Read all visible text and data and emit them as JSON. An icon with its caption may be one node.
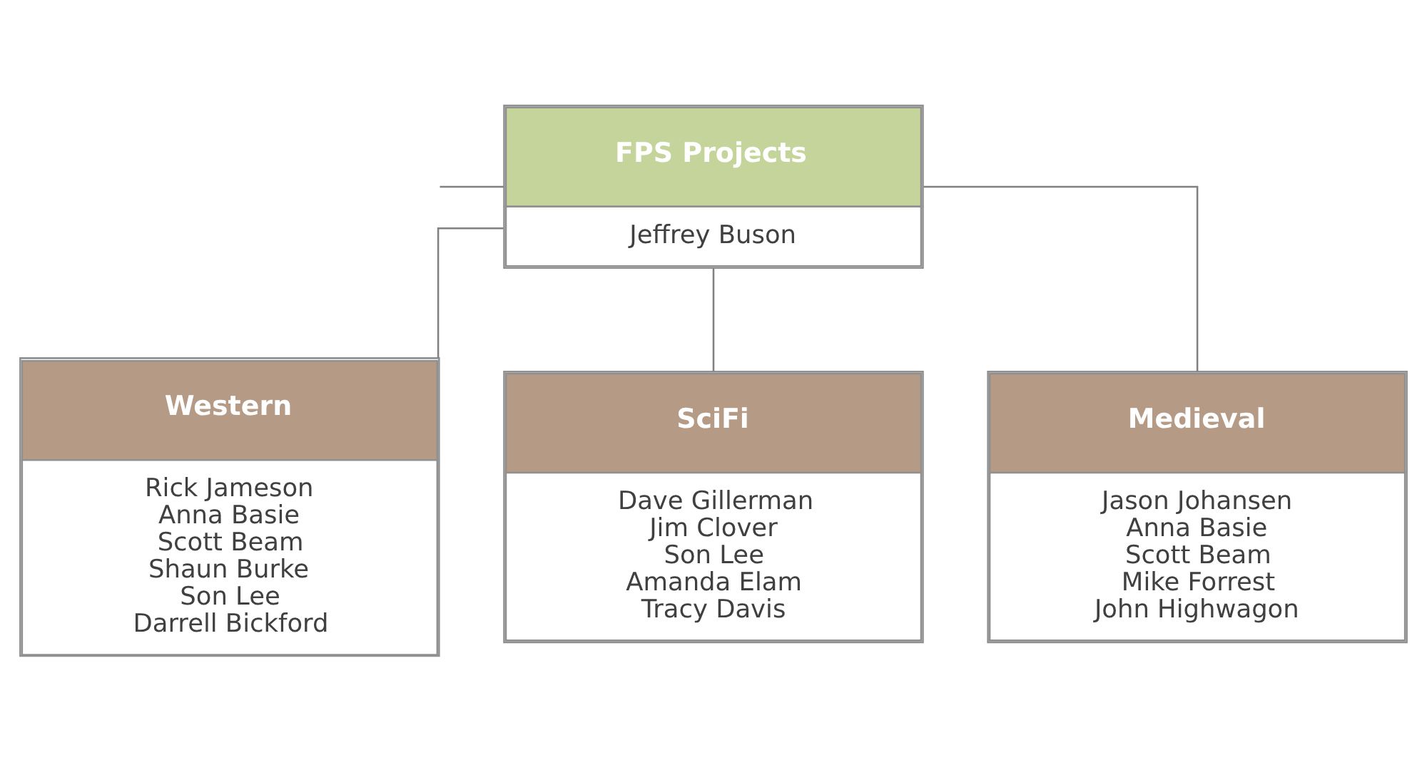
{
  "diagram": {
    "nodes": [
      {
        "text": [
          "FPS Projects",
          "Jeffrey Buson"
        ]
      },
      {
        "text": [
          "Western",
          "Rick Jameson",
          "Anna Basie",
          "Scott Beam",
          "Shaun Burke",
          "Son Lee",
          "Darrell Bickford"
        ]
      },
      {
        "text": [
          "SciFi",
          "Dave Gillerman",
          "Jim Clover",
          "Son Lee",
          "Amanda Elam",
          "Tracy Davis"
        ]
      },
      {
        "text": [
          "Medieval",
          "Jason Johansen",
          "Anna Basie",
          "Scott Beam",
          "Mike Forrest",
          "John Highwagon"
        ]
      }
    ],
    "edges": [
      {
        "from": null,
        "to": 0,
        "arrow": "none"
      },
      {
        "from": 0,
        "to": 1,
        "arrow": "none"
      },
      {
        "from": 0,
        "to": 2,
        "arrow": "none"
      },
      {
        "from": 0,
        "to": 3,
        "arrow": "none"
      }
    ]
  }
}
